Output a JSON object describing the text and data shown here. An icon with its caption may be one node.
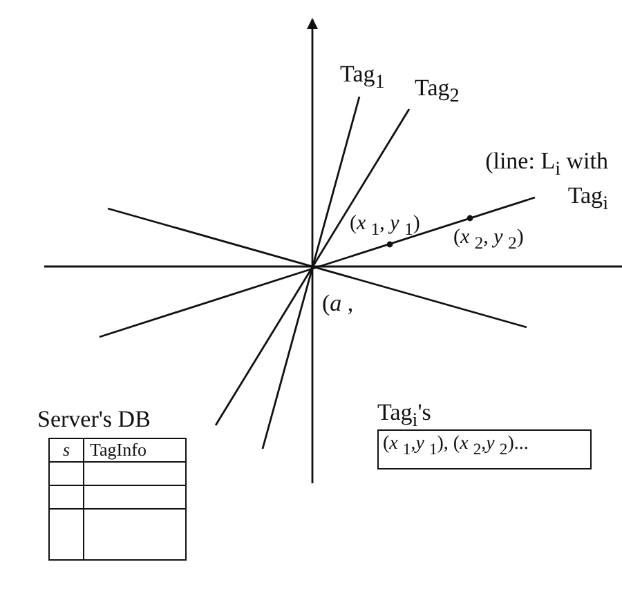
{
  "diagram": {
    "nodes": [
      {
        "text": [
          "Server's DB"
        ]
      },
      {
        "text": [
          "Tag$_{i}$'s",
          "(*x* $_{1}$,*y* $_{1}$), (*x* $_{2}$,*y* $_{2}$)..."
        ]
      }
    ],
    "labels": [
      "Tag$_{1}$",
      "Tag$_{2}$",
      "(line: L$_{i}$ with Tag$_{i}$",
      "(*x* $_{1}$, *y* $_{1}$)",
      "(*x* $_{2}$, *y* $_{2}$)",
      "(*a* ,",
      "*s*",
      "TagInfo"
    ]
  }
}
